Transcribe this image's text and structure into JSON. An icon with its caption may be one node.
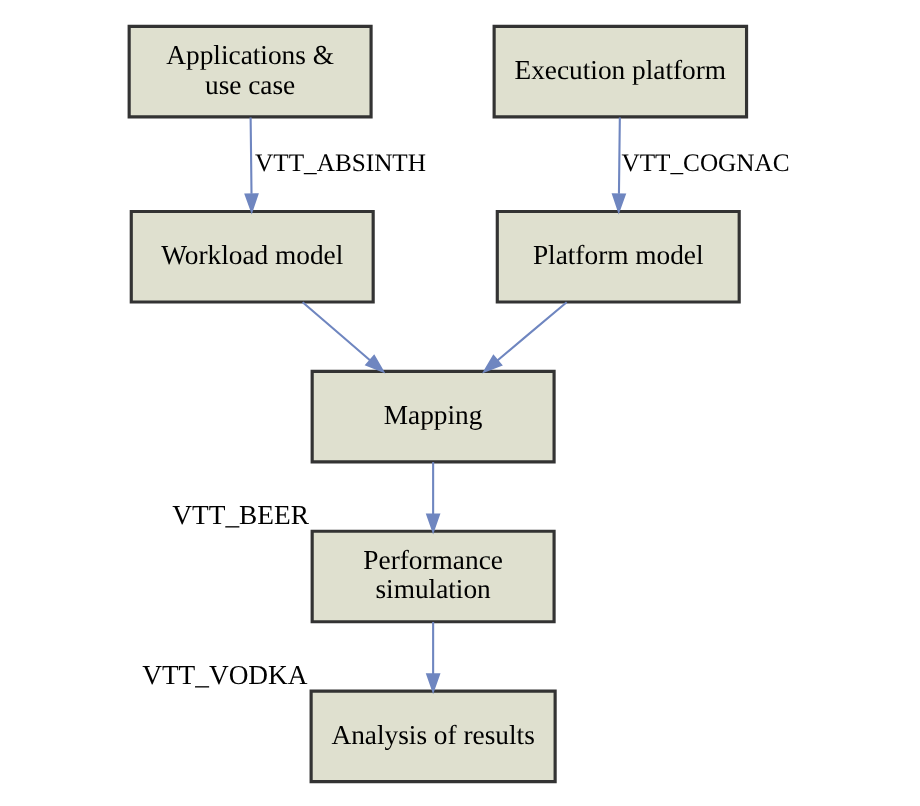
{
  "diagram": {
    "nodes": [
      {
        "text": [
          "Applications & use case"
        ]
      },
      {
        "text": [
          "Execution platform"
        ]
      },
      {
        "text": [
          "Workload model"
        ]
      },
      {
        "text": [
          "Platform model"
        ]
      },
      {
        "text": [
          "Mapping"
        ]
      },
      {
        "text": [
          "Performance simulation"
        ],
        "beside": [
          "VTT_BEER"
        ]
      },
      {
        "text": [
          "Analysis of results"
        ],
        "beside": [
          "VTT_VODKA"
        ]
      }
    ],
    "edges": [
      {
        "from": 0,
        "to": 2,
        "arrow": "to",
        "label": "VTT_ABSINTH"
      },
      {
        "from": 1,
        "to": 3,
        "arrow": "to",
        "label": "VTT_COGNAC"
      },
      {
        "from": 2,
        "to": 4,
        "arrow": "to"
      },
      {
        "from": 3,
        "to": 4,
        "arrow": "to"
      },
      {
        "from": 4,
        "to": 5,
        "arrow": "to"
      },
      {
        "from": 5,
        "to": 6,
        "arrow": "to"
      }
    ]
  }
}
